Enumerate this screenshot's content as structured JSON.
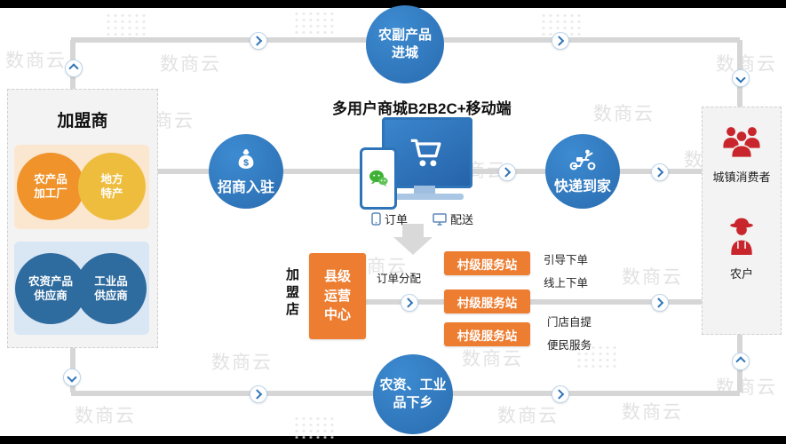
{
  "watermark": {
    "text": "数商云"
  },
  "top_circle": {
    "label": "农副产品\n进城"
  },
  "bottom_circle": {
    "label": "农资、工业\n品下乡"
  },
  "left_panel": {
    "title": "加盟商",
    "suppliers": [
      {
        "label": "农产品\n加工厂"
      },
      {
        "label": "地方\n特产"
      },
      {
        "label": "农资产品\n供应商"
      },
      {
        "label": "工业品\n供应商"
      }
    ]
  },
  "middle": {
    "merchant_entry": "招商入驻",
    "delivery": "快递到家",
    "platform_title": "多用户商城B2B2C+移动端",
    "order_label": "订单",
    "dispatch_label": "配送"
  },
  "bottom_flow": {
    "franchise_store": "加\n盟\n店",
    "county_center": "县级\n运营\n中心",
    "order_allocation": "订单分配",
    "stations": [
      {
        "label": "村级服务站"
      },
      {
        "label": "村级服务站"
      },
      {
        "label": "村级服务站"
      }
    ],
    "services": [
      {
        "label": "引导下单"
      },
      {
        "label": "线上下单"
      },
      {
        "label": "门店自提"
      },
      {
        "label": "便民服务"
      }
    ]
  },
  "right_panel": {
    "consumers": "城镇消费者",
    "farmers": "农户"
  },
  "colors": {
    "primary_blue": "#2D74B8",
    "orange": "#ED7D31",
    "deep_orange": "#F0932B",
    "yellow": "#EFBD3E",
    "dark_blue": "#2E6B9E",
    "red": "#C9252C",
    "line_gray": "#D6D6D6"
  }
}
